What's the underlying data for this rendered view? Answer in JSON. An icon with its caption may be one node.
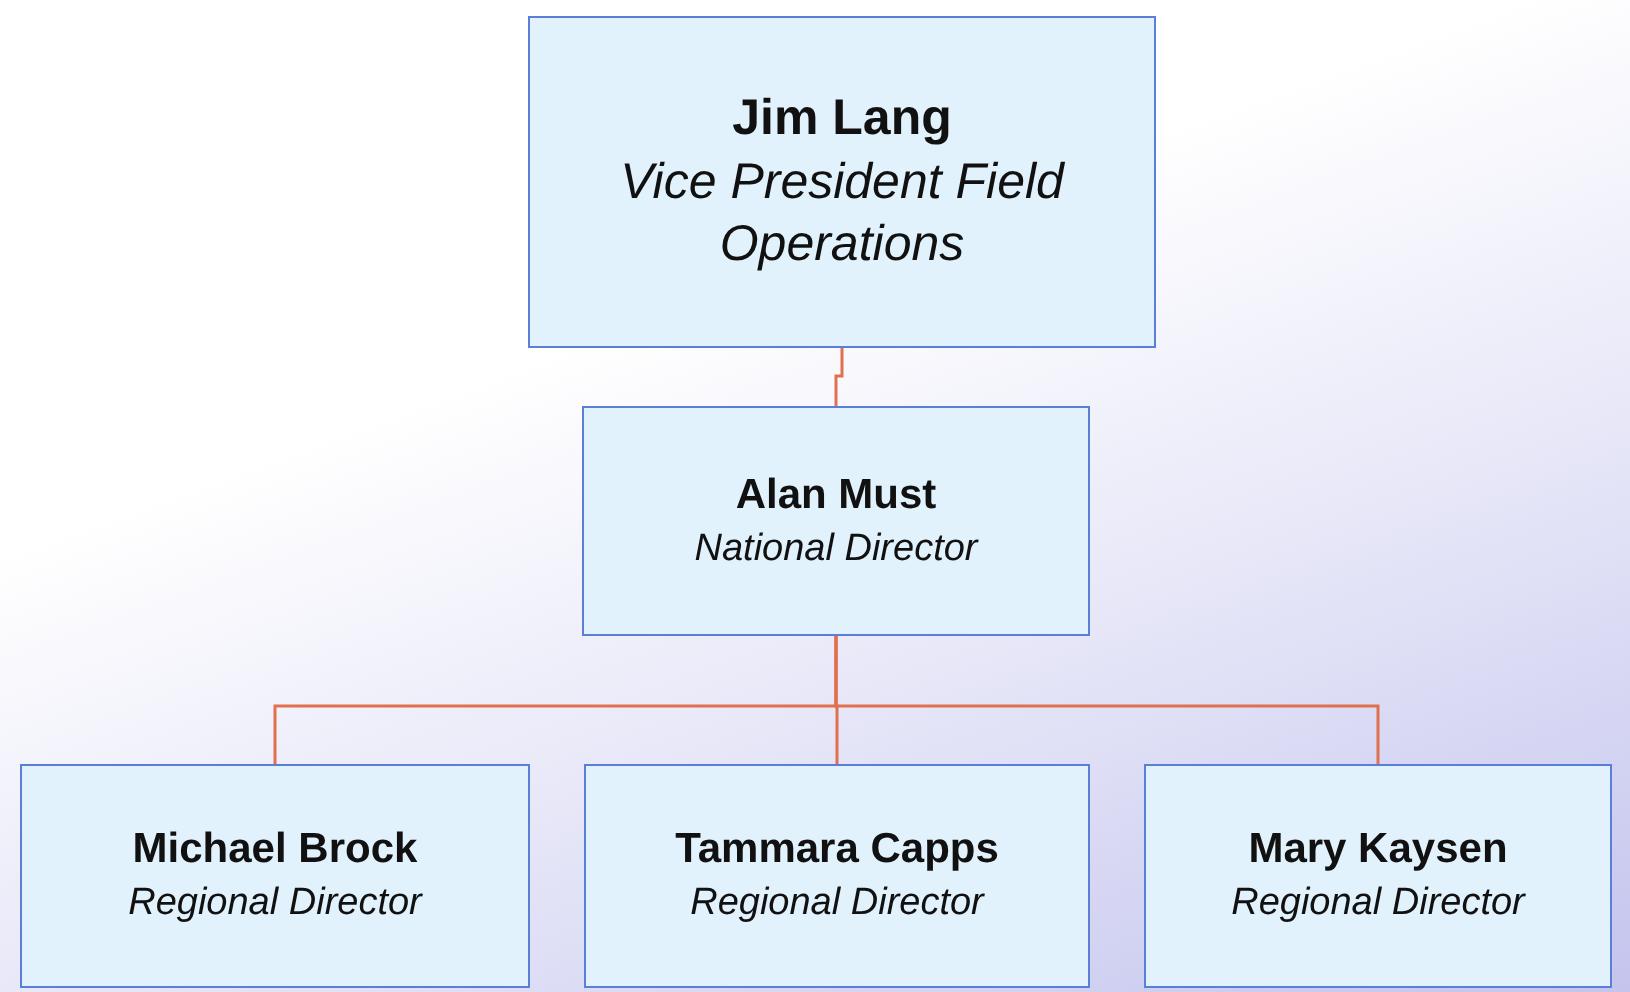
{
  "diagram": {
    "nodes": [
      {
        "text": [
          "Jim Lang",
          "Vice President Field Operations"
        ]
      },
      {
        "text": [
          "Alan Must",
          "National Director"
        ]
      },
      {
        "text": [
          "Michael Brock",
          "Regional Director"
        ]
      },
      {
        "text": [
          "Tammara Capps",
          "Regional Director"
        ]
      },
      {
        "text": [
          "Mary Kaysen",
          "Regional Director"
        ]
      }
    ],
    "edges": [
      {
        "from": 0,
        "to": 1,
        "arrow": "none"
      },
      {
        "from": 1,
        "to": 2,
        "arrow": "none"
      },
      {
        "from": 1,
        "to": 3,
        "arrow": "none"
      },
      {
        "from": 1,
        "to": 4,
        "arrow": "none"
      }
    ]
  }
}
